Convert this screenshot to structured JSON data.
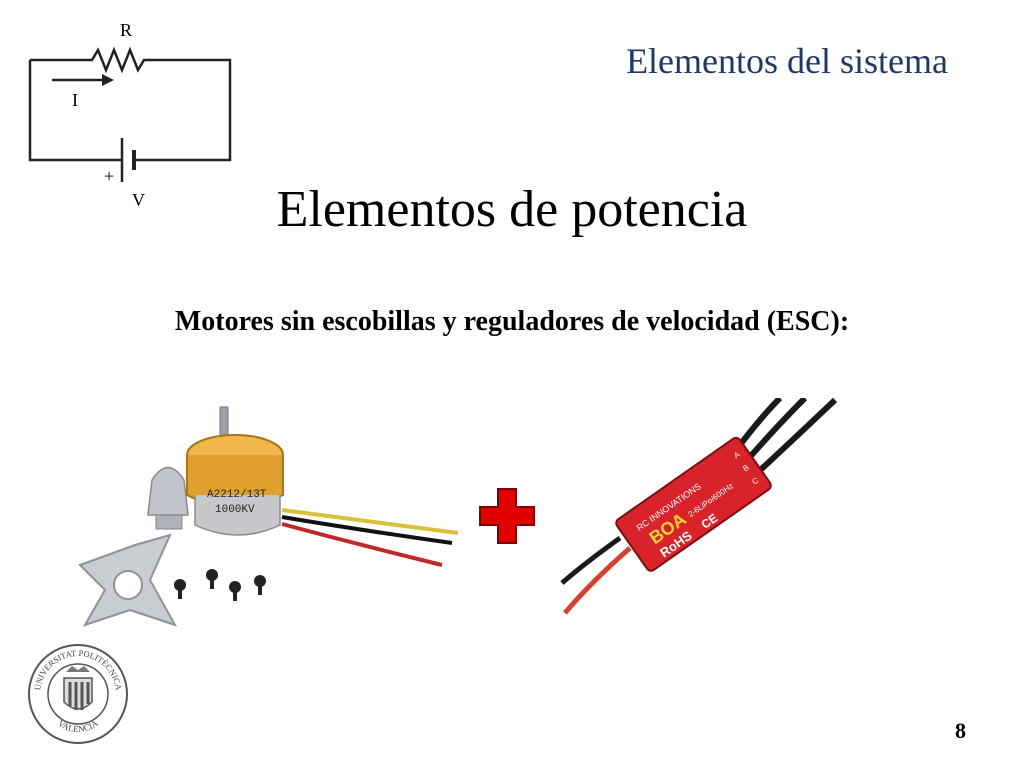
{
  "header": {
    "section_title": "Elementos del sistema"
  },
  "circuit": {
    "resistor_label": "R",
    "current_label": "I",
    "polarity_label": "+",
    "voltage_label": "V"
  },
  "main": {
    "title": "Elementos de potencia",
    "subtitle": "Motores sin escobillas y reguladores de velocidad (ESC):"
  },
  "motor": {
    "label_line1": "A2212/13T",
    "label_line2": "1000KV"
  },
  "esc": {
    "brand": "RC INNOVATIONS",
    "model": "BOA",
    "spec": "2-6LiPo/600Hz",
    "rohs": "RoHS",
    "ce": "CE",
    "wire_labels": [
      "A",
      "B",
      "C"
    ]
  },
  "logo": {
    "text_top": "UNIVERSITAT POLITÈCNICA",
    "text_bottom": "VALÈNCIA"
  },
  "footer": {
    "page_number": "8"
  },
  "colors": {
    "section_title": "#1f3864",
    "plus": "#e00000",
    "esc_body": "#d8232a",
    "motor_bell": "#e0a030"
  }
}
